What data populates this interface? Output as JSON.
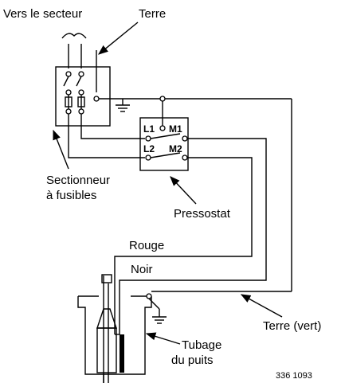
{
  "labels": {
    "to_mains": "Vers le secteur",
    "earth": "Terre",
    "disconnect_line1": "Sectionneur",
    "disconnect_line2": "à fusibles",
    "pressure_switch": "Pressostat",
    "red": "Rouge",
    "black": "Noir",
    "earth_green": "Terre (vert)",
    "casing_line1": "Tubage",
    "casing_line2": "du puits",
    "ref_number": "336 1093"
  },
  "terminals": {
    "l1": "L1",
    "m1": "M1",
    "l2": "L2",
    "m2": "M2"
  }
}
